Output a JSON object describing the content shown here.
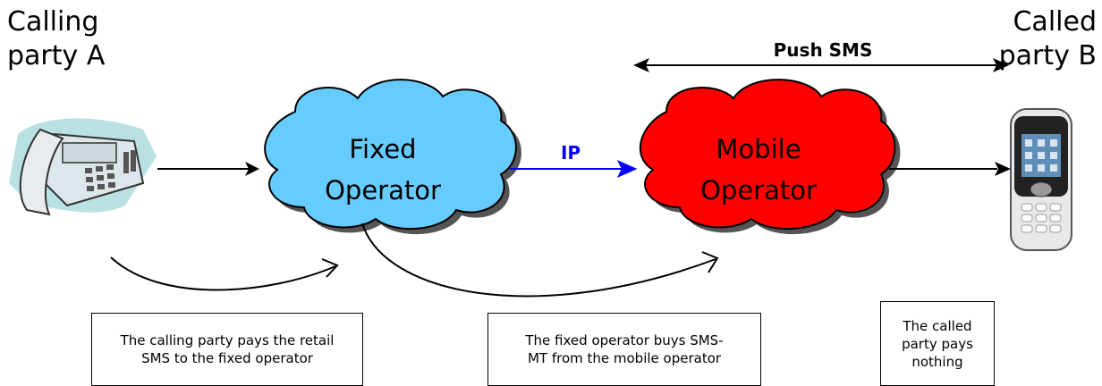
{
  "party_a": {
    "line1": "Calling",
    "line2": "party A"
  },
  "party_b": {
    "line1": "Called",
    "line2": "party B"
  },
  "push_sms": "Push SMS",
  "ip_label": "IP",
  "fixed_operator": {
    "line1": "Fixed",
    "line2": "Operator",
    "color": "#66ccff"
  },
  "mobile_operator": {
    "line1": "Mobile",
    "line2": "Operator",
    "color": "#ff0000"
  },
  "ip_arrow_color": "#0000ff",
  "notes": {
    "calling": {
      "line1": "The calling party pays the retail",
      "line2": "SMS to the fixed operator"
    },
    "fixed": {
      "line1": "The fixed operator buys SMS-",
      "line2": "MT from the mobile operator"
    },
    "called": {
      "line1": "The called",
      "line2": "party pays",
      "line3": "nothing"
    }
  },
  "icons": {
    "desk_phone": "desk-phone-icon",
    "mobile_phone": "mobile-phone-icon"
  }
}
